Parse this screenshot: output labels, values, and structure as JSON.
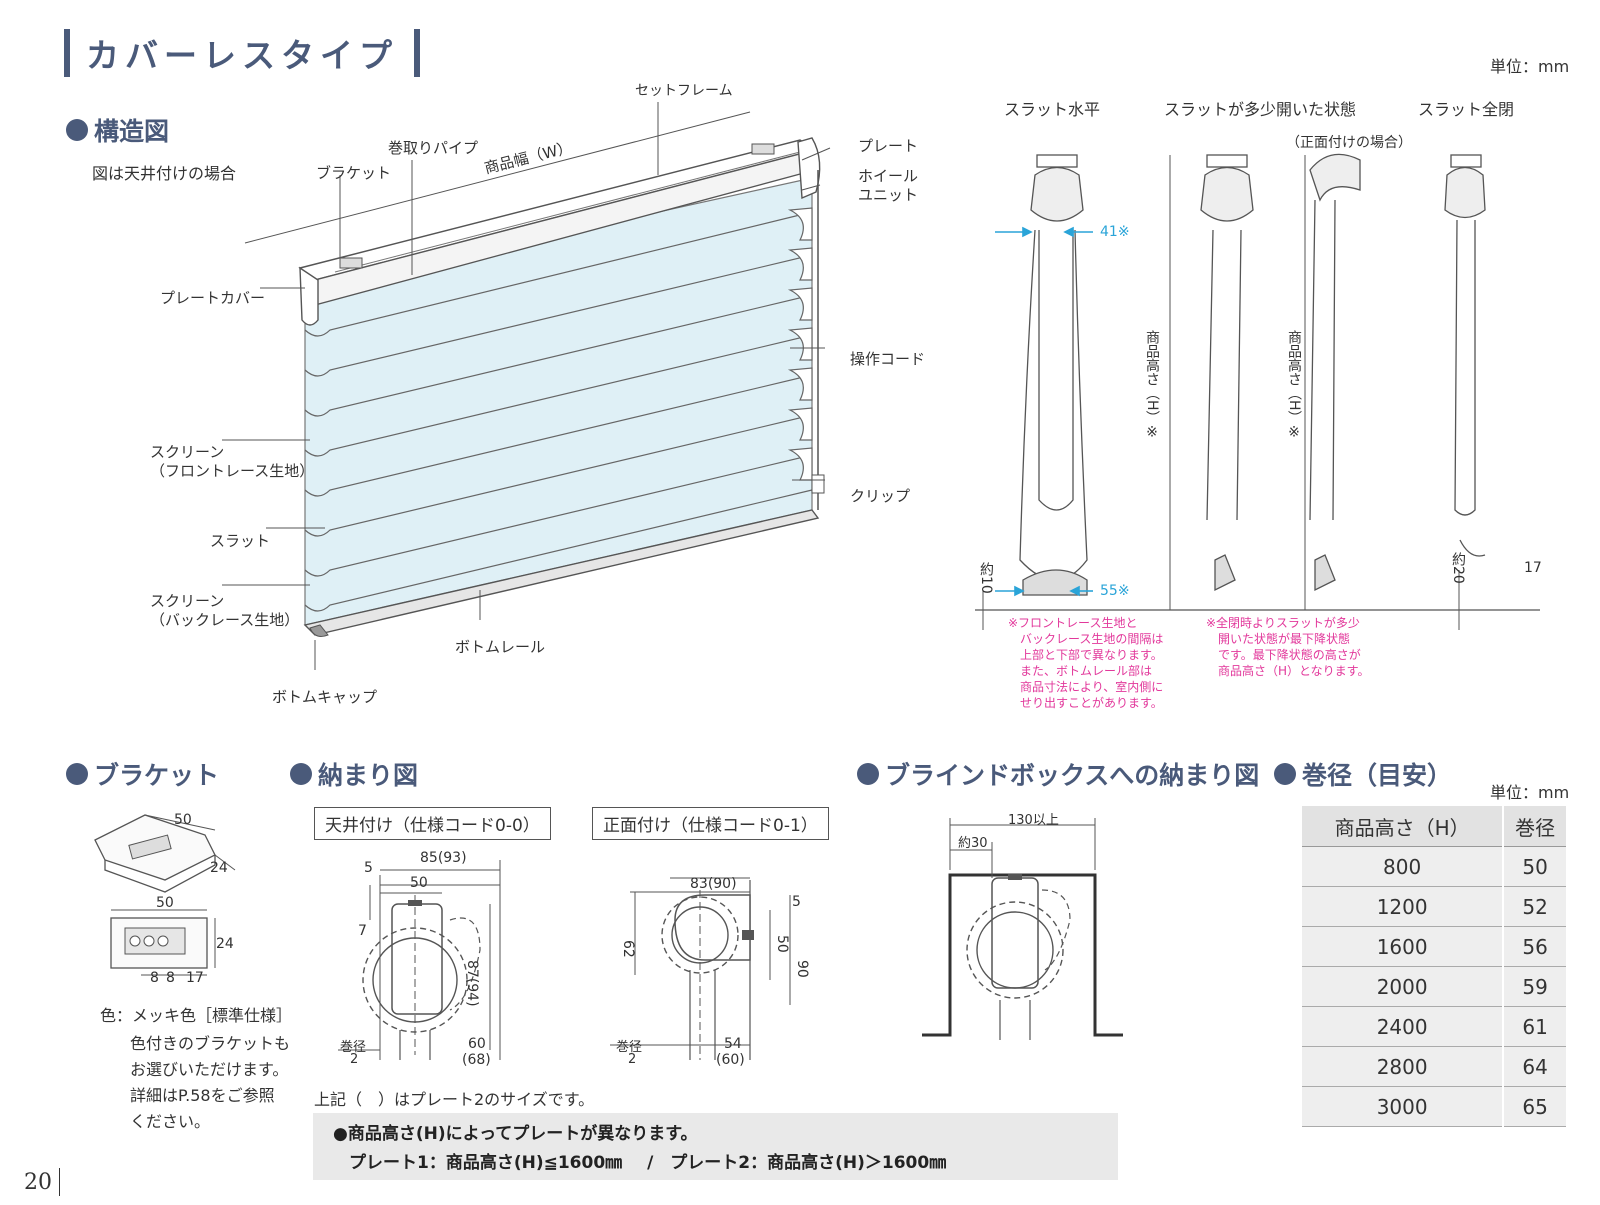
{
  "title": "カバーレスタイプ",
  "unit_top": "単位：mm",
  "structure": {
    "heading": "構造図",
    "caption": "図は天井付けの場合",
    "labels": {
      "set_frame": "セットフレーム",
      "winding_pipe": "巻取りパイプ",
      "bracket": "ブラケット",
      "product_width": "商品幅（W）",
      "plate": "プレート",
      "wheel_unit_1": "ホイール",
      "wheel_unit_2": "ユニット",
      "plate_cover": "プレートカバー",
      "operation_cord": "操作コード",
      "screen_front_1": "スクリーン",
      "screen_front_2": "（フロントレース生地）",
      "clip": "クリップ",
      "slat": "スラット",
      "screen_back_1": "スクリーン",
      "screen_back_2": "（バックレース生地）",
      "bottom_rail": "ボトムレール",
      "bottom_cap": "ボトムキャップ"
    }
  },
  "slat_states": {
    "horizontal": "スラット水平",
    "partly_open": "スラットが多少開いた状態",
    "front_mount_note": "（正面付けの場合）",
    "fully_closed": "スラット全閉",
    "dim_41": "41※",
    "dim_55": "55※",
    "dim_10": "約10",
    "dim_20": "約20",
    "dim_17": "17",
    "height_label_1": "商品高さ（H）※",
    "height_label_2": "商品高さ（H）※",
    "note_left": "※フロントレース生地と\n　バックレース生地の間隔は\n　上部と下部で異なります。\n　また、ボトムレール部は\n　商品寸法により、室内側に\n　せり出すことがあります。",
    "note_right": "※全閉時よりスラットが多少\n　開いた状態が最下降状態\n　です。最下降状態の高さが\n　商品高さ（H）となります。"
  },
  "bracket": {
    "heading": "ブラケット",
    "dim_50a": "50",
    "dim_24a": "24",
    "dim_50b": "50",
    "dim_24b": "24",
    "dim_8a": "8",
    "dim_8b": "8",
    "dim_17": "17",
    "color_label": "色：メッキ色［標準仕様］",
    "color_note_1": "色付きのブラケットも",
    "color_note_2": "お選びいただけます。",
    "color_note_3": "詳細はP.58をご参照",
    "color_note_4": "ください。"
  },
  "fitting": {
    "heading": "納まり図",
    "ceiling": "天井付け（仕様コード0-0）",
    "front": "正面付け（仕様コード0-1）",
    "c_85": "85(93)",
    "c_50": "50",
    "c_5": "5",
    "c_7": "7",
    "c_87": "87(94)",
    "c_60": "60",
    "c_68": "(68)",
    "c_winding": "巻径",
    "c_2": "2",
    "f_83": "83(90)",
    "f_5": "5",
    "f_62": "62",
    "f_50": "50",
    "f_90": "90",
    "f_54": "54",
    "f_60": "(60)",
    "f_winding": "巻径",
    "f_2": "2",
    "paren_note": "上記（　）はプレート2のサイズです。"
  },
  "blind_box": {
    "heading": "ブラインドボックスへの納まり図",
    "dim_130": "130以上",
    "dim_30": "約30"
  },
  "winding_table": {
    "heading": "巻径（目安）",
    "unit": "単位：mm",
    "headers": [
      "商品高さ（H）",
      "巻径"
    ],
    "rows": [
      [
        "800",
        "50"
      ],
      [
        "1200",
        "52"
      ],
      [
        "1600",
        "56"
      ],
      [
        "2000",
        "59"
      ],
      [
        "2400",
        "61"
      ],
      [
        "2800",
        "64"
      ],
      [
        "3000",
        "65"
      ]
    ]
  },
  "plate_note": {
    "line1": "●商品高さ(H)によってプレートが異なります。",
    "line2": "プレート1：商品高さ(H)≦1600㎜　 /　プレート2：商品高さ(H)＞1600㎜"
  },
  "page_number": "20"
}
